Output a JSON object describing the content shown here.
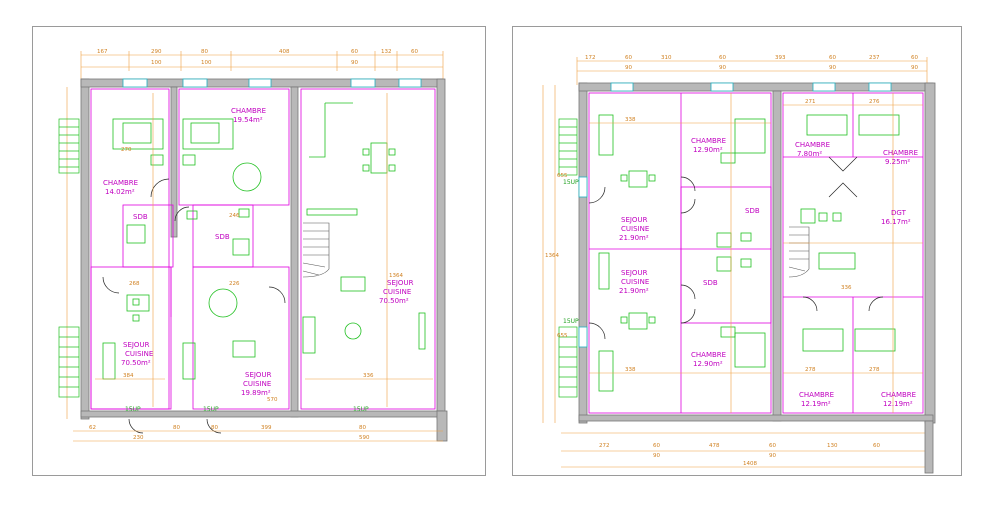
{
  "colors": {
    "wall": "#8a8a8a",
    "wall_fill": "#b8b8b8",
    "room_line": "#e000e0",
    "furniture": "#20c020",
    "dimension": "#f0a040",
    "window": "#20b0c0",
    "text": "#c000c0",
    "panel_border": "#9a9a9a"
  },
  "left_plan": {
    "top_dims": [
      "167",
      "290",
      "80",
      "408",
      "60",
      "132",
      "60"
    ],
    "top_dims_sub": [
      "100",
      "100",
      "90"
    ],
    "rooms": {
      "chambre_1": {
        "name": "CHAMBRE",
        "area": "19.54m²"
      },
      "chambre_2": {
        "name": "CHAMBRE",
        "area": "14.02m²"
      },
      "sdb_1": "SDB",
      "sdb_2": "SDB",
      "sejour_1": {
        "name": "SEJOUR",
        "name2": "CUISINE",
        "area": "70.50m²"
      },
      "sejour_2": {
        "name": "SEJOUR",
        "name2": "CUISINE",
        "area": "70.50m²"
      },
      "sejour_3": {
        "name": "SEJOUR",
        "name2": "CUISINE",
        "area": "19.89m²"
      }
    },
    "dims_inner": [
      "270",
      "246",
      "268",
      "226",
      "384",
      "336",
      "570",
      "1364"
    ],
    "up_labels": [
      "15UP",
      "15UP",
      "15UP"
    ],
    "bottom_dims": [
      "62",
      "80",
      "230",
      "80",
      "399",
      "80",
      "590"
    ]
  },
  "right_plan": {
    "top_dims": [
      "172",
      "60",
      "310",
      "60",
      "393",
      "60",
      "237",
      "60"
    ],
    "top_dims_sub": [
      "90",
      "90",
      "90",
      "90"
    ],
    "rooms": {
      "chambre_a": {
        "name": "CHAMBRE",
        "area": "12.90m²"
      },
      "chambre_b": {
        "name": "CHAMBRE",
        "area": "7.80m²"
      },
      "chambre_c": {
        "name": "CHAMBRE",
        "area": "9.25m²"
      },
      "sejour_a": {
        "name": "SEJOUR",
        "name2": "CUISINE",
        "area": "21.90m²"
      },
      "sejour_b": {
        "name": "SEJOUR",
        "name2": "CUISINE",
        "area": "21.90m²"
      },
      "sdb_a": "SDB",
      "sdb_b": "SDB",
      "dgt": {
        "name": "DGT",
        "area": "16.17m²"
      },
      "chambre_d": {
        "name": "CHAMBRE",
        "area": "12.90m²"
      },
      "chambre_e": {
        "name": "CHAMBRE",
        "area": "12.19m²"
      },
      "chambre_f": {
        "name": "CHAMBRE",
        "area": "12.19m²"
      }
    },
    "dims_inner": [
      "338",
      "271",
      "276",
      "336",
      "278",
      "278",
      "338",
      "1364",
      "655",
      "655"
    ],
    "up_labels": [
      "15UP",
      "15UP"
    ],
    "bottom_dims": [
      "272",
      "60",
      "478",
      "60",
      "130",
      "60",
      "90",
      "90"
    ],
    "overall_dim": "1408"
  }
}
